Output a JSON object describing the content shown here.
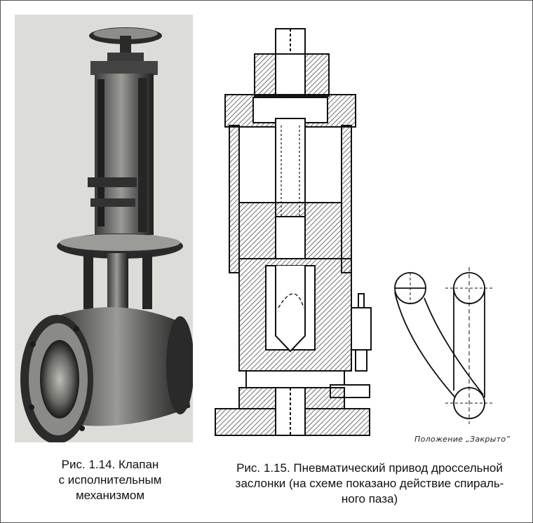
{
  "figure_1": {
    "caption_lines": [
      "Рис. 1.14. Клапан",
      "с исполнительным",
      "механизмом"
    ]
  },
  "figure_2": {
    "caption_lines": [
      "Рис. 1.15. Пневматический привод дроссельной",
      "заслонки (на схеме показано действие спираль-",
      "ного паза)"
    ],
    "slot_label": "Положение „Закрыто”"
  },
  "colors": {
    "ink": "#111111",
    "photo_bg": "#d9d9d6",
    "photo_dark": "#1c1c1c",
    "hatch": "#333333"
  }
}
